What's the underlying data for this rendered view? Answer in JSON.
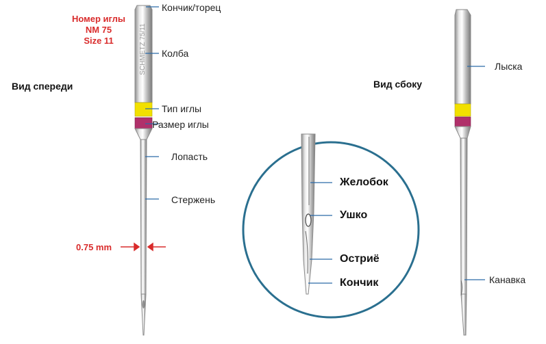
{
  "views": {
    "front": "Вид спереди",
    "side": "Вид сбоку"
  },
  "needle_id": {
    "line1": "Номер иглы",
    "line2": "NM 75",
    "line3": "Size 11"
  },
  "shank_imprint": "SCHMETZ 75/11",
  "front_labels": {
    "tip_end": "Кончик/торец",
    "shank": "Колба",
    "needle_type": "Тип иглы",
    "needle_size": "Размер иглы",
    "blade": "Лопасть",
    "shaft": "Стержень"
  },
  "diameter": "0.75 mm",
  "zoom_labels": {
    "groove": "Желобок",
    "eye": "Ушко",
    "point": "Остриё",
    "tip": "Кончик"
  },
  "side_labels": {
    "flat": "Лыска",
    "scarf": "Канавка"
  },
  "colors": {
    "leader": "#2b6aa8",
    "accent_red": "#d92b2b",
    "band_yellow": "#f2e000",
    "band_magenta": "#b0306a",
    "circle": "#2a6f8f"
  }
}
